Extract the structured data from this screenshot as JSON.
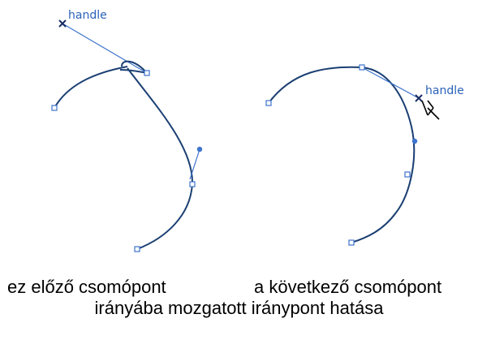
{
  "figure": {
    "left_panel": {
      "handle_label": "handle"
    },
    "right_panel": {
      "handle_label": "handle"
    },
    "colors": {
      "curve": "#1b3f73",
      "handle_line": "#3d73cc",
      "handle_marker": "#1b2f66",
      "label": "#2a62b8"
    }
  },
  "caption": {
    "line1_left": "ez előző csomópont",
    "line1_right": "a következő csomópont",
    "line2": "irányába mozgatott iránypont hatása"
  }
}
